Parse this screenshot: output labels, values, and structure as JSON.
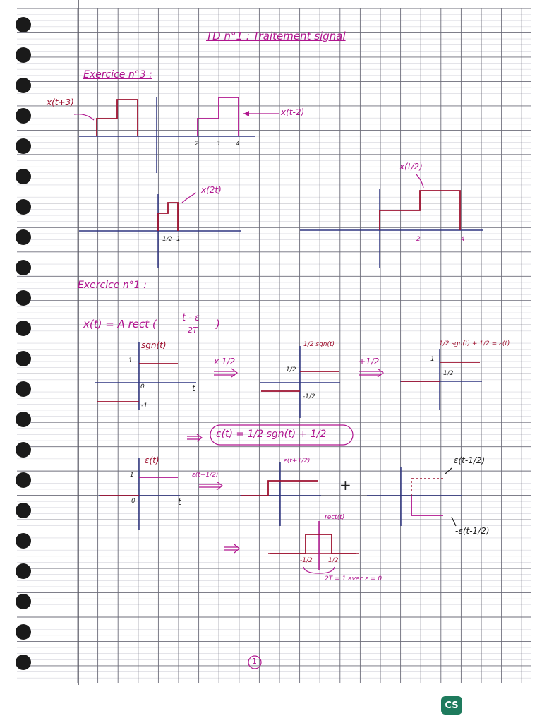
{
  "title": "TD n°1 : Traitement signal",
  "exercise3": {
    "heading": "Exercice n°3 :",
    "label_x_t_plus_3": "x(t+3)",
    "label_x_t_minus_2": "x(t-2)",
    "ticks_top": [
      "2",
      "3",
      "4"
    ],
    "label_x_2t": "x(2t)",
    "tick_half": "1/2",
    "tick_one": "1",
    "label_x_t_over_2": "x(t/2)",
    "ticks_right": [
      "2",
      "4"
    ]
  },
  "exercise1": {
    "heading": "Exercice n°1 :",
    "formula_lhs": "x(t) = A rect (",
    "formula_num": "t - ε",
    "formula_den": "2T",
    "formula_close": ")",
    "sgn_label": "sgn(t)",
    "sgn_one": "1",
    "sgn_zero": "0",
    "sgn_minus_one": "-1",
    "t_label": "t",
    "op_times_half": "x 1/2",
    "half_sgn_label": "1/2 sgn(t)",
    "half_level": "1/2",
    "minus_half_level": "-1/2",
    "op_plus_half": "+1/2",
    "step_label": "1/2 sgn(t) + 1/2 = ε(t)",
    "step_one": "1",
    "step_half": "1/2",
    "result_eq": "ε(t) = 1/2 sgn(t) + 1/2",
    "eps_label": "ε(t)",
    "eps_one": "1",
    "eps_zero": "0",
    "op_shift": "ε(t+1/2)",
    "eps_shift_left": "ε(t+1/2)",
    "plus_sign": "+",
    "eps_shift_right": "ε(t-1/2)",
    "eps_neg_shift": "-ε(t-1/2)",
    "rect_label": "rect(t)",
    "rect_minus_half": "-1/2",
    "rect_half": "1/2",
    "rect_note": "2T = 1 avec ε = 0",
    "page_number": "1"
  },
  "scanner_badge": "CS",
  "colors": {
    "grid_major": "#6d6d7a",
    "grid_minor": "#d4d4dc",
    "magenta": "#b0168f",
    "crimson": "#9e1230",
    "ink": "#222222",
    "axis_blue": "#2f3580"
  }
}
